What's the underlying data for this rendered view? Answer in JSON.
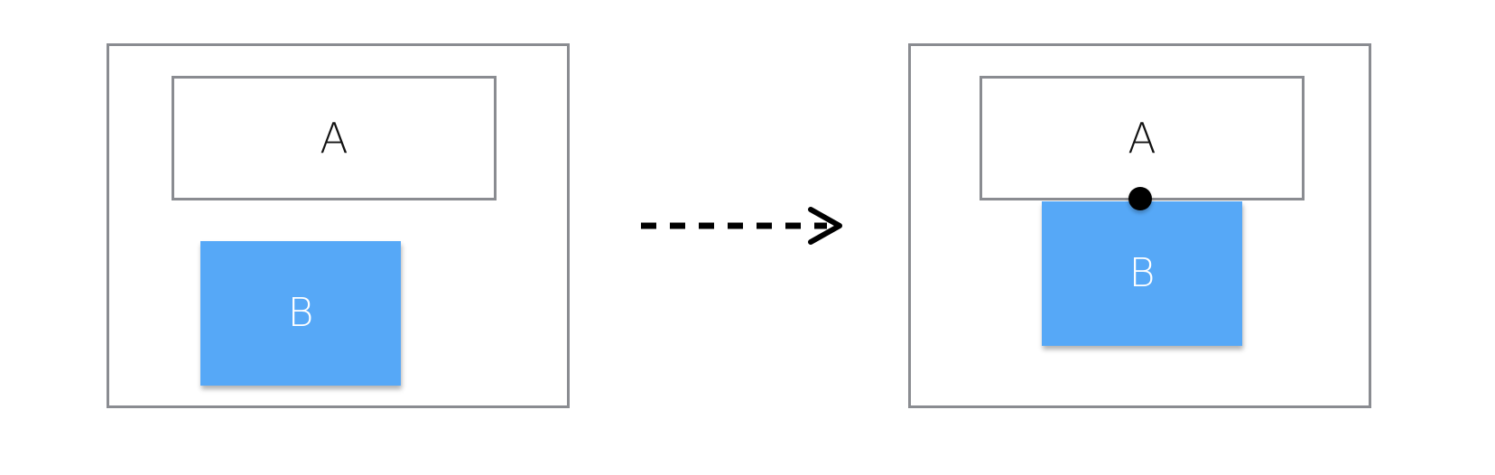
{
  "left_panel": {
    "box_a_label": "A",
    "box_b_label": "B"
  },
  "right_panel": {
    "box_a_label": "A",
    "box_b_label": "B"
  },
  "colors": {
    "frame_border": "#8a8c91",
    "box_b_fill": "#56a8f7",
    "pin": "#000000",
    "arrow": "#000000"
  },
  "icons": {
    "transition": "dashed-arrow-right-icon",
    "anchor": "anchor-dot-icon"
  }
}
